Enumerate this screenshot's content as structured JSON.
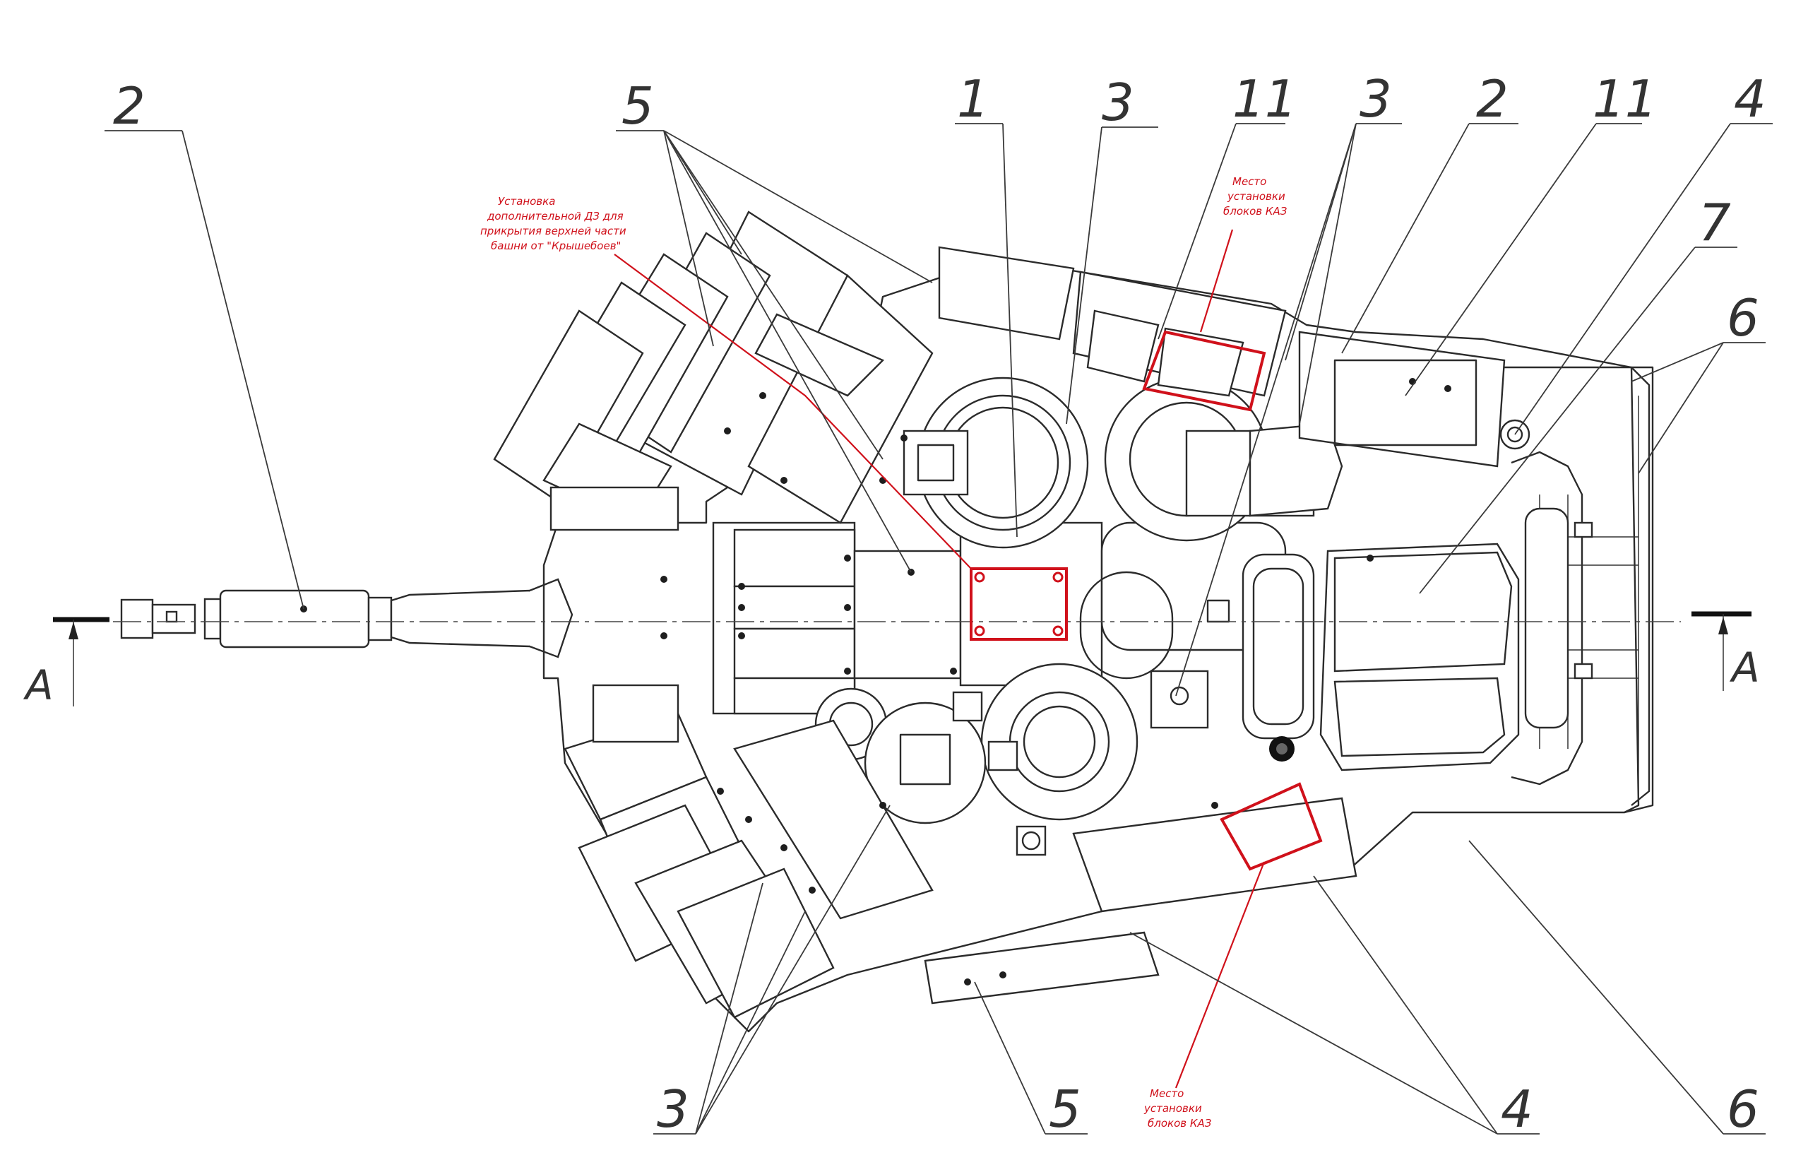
{
  "callouts": {
    "c2_left": "2",
    "c5_top": "5",
    "c1_top": "1",
    "c3_top": "3",
    "c11_top_a": "11",
    "c3_top_b": "3",
    "c2_top": "2",
    "c11_top_b": "11",
    "c4_top": "4",
    "c7_right": "7",
    "c6_right": "6",
    "c3_bottom": "3",
    "c5_bottom": "5",
    "c4_bottom": "4",
    "c6_bottom": "6"
  },
  "section": {
    "left_label": "A",
    "right_label": "A"
  },
  "notes": {
    "era_roof": [
      "Установка",
      "дополнительной ДЗ для",
      "прикрытия верхней части",
      "башни от \"Крышебоев\""
    ],
    "kaz_top": [
      "Место",
      "установки",
      "блоков КАЗ"
    ],
    "kaz_bottom": [
      "Место",
      "установки",
      "блоков КАЗ"
    ]
  },
  "colors": {
    "line": "#2b2b2b",
    "annotation_red": "#d0111b",
    "background": "#ffffff"
  }
}
